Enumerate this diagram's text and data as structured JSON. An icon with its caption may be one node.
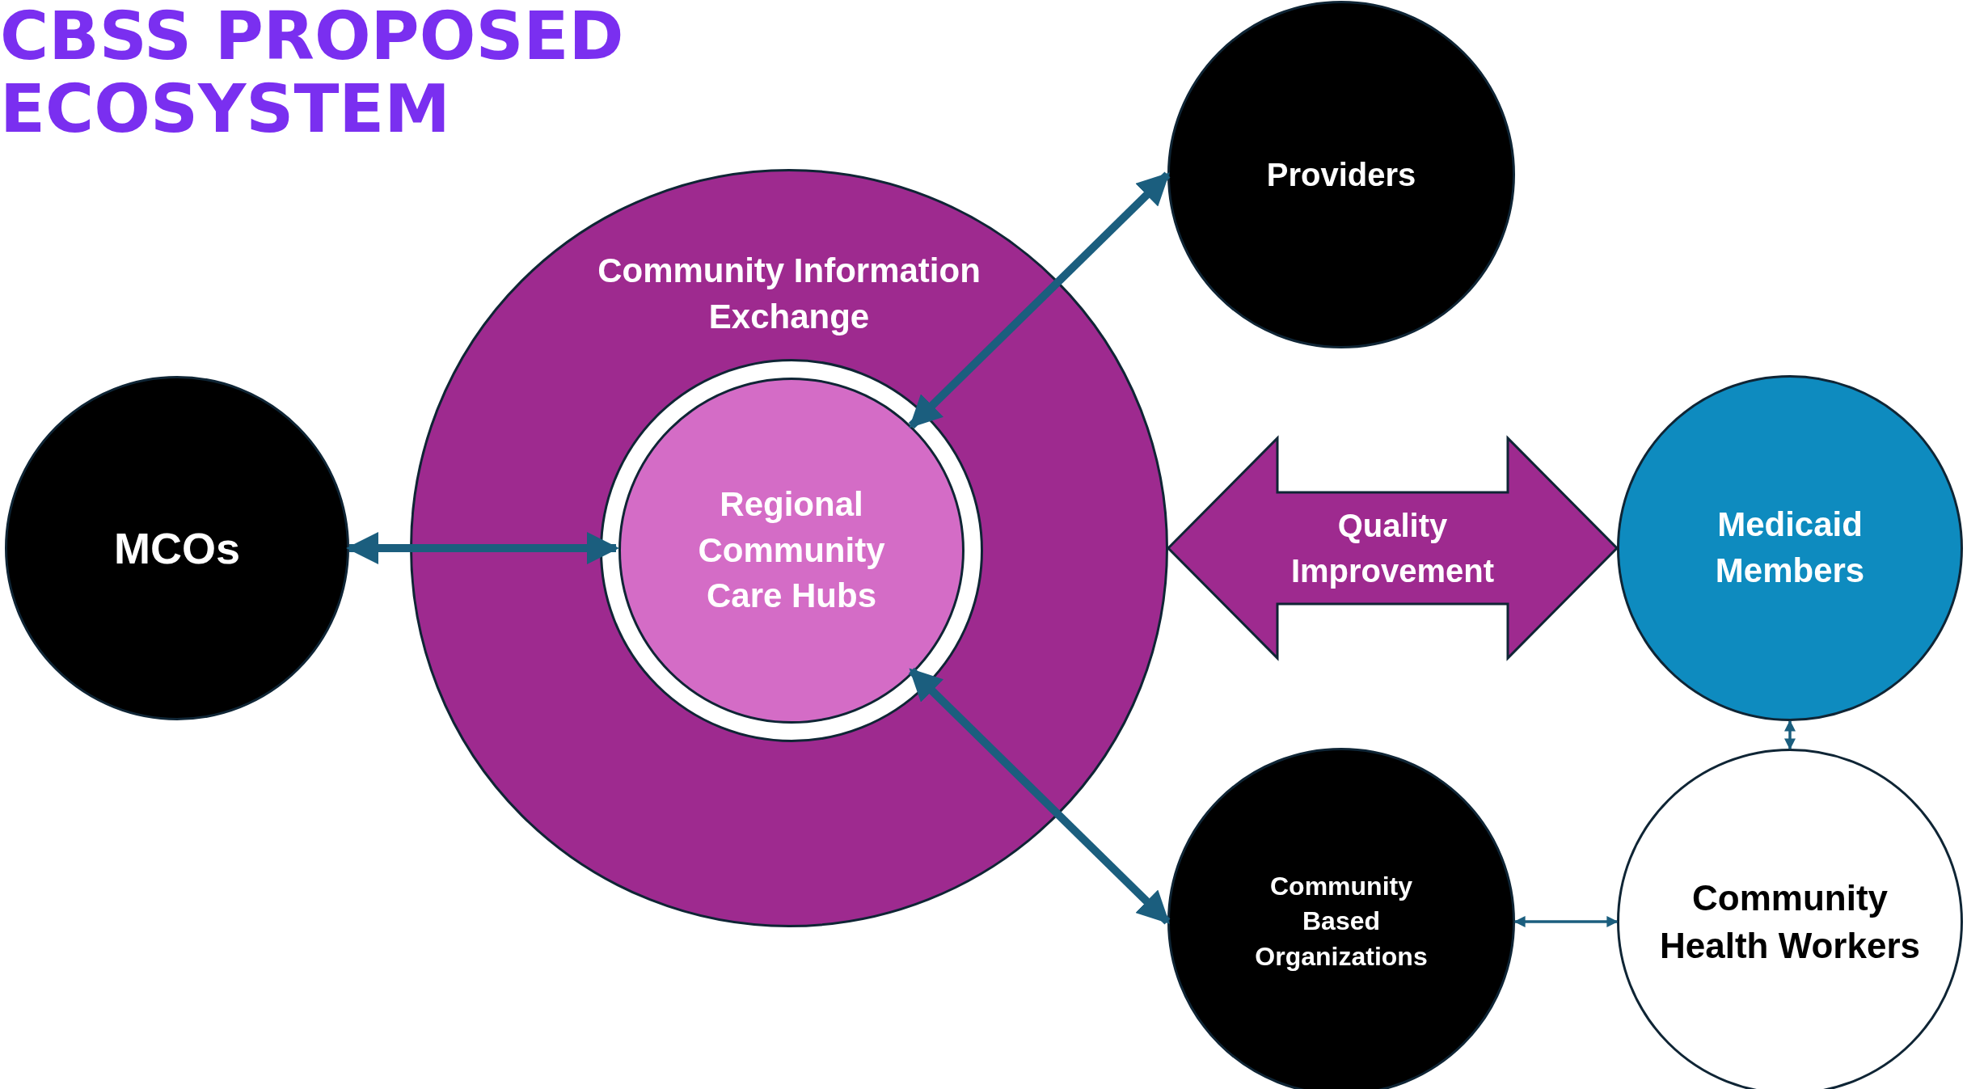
{
  "diagram": {
    "title": "CBSS PROPOSED ECOSYSTEM",
    "nodes": [
      {
        "text": [
          "Community Information Exchange"
        ]
      },
      {
        "text": [
          "Regional Community Care Hubs"
        ],
        "in": 0
      },
      {
        "text": [
          "MCOs"
        ]
      },
      {
        "text": [
          "Providers"
        ]
      },
      {
        "text": [
          "Medicaid Members"
        ]
      },
      {
        "text": [
          "Community Based Organizations"
        ]
      },
      {
        "text": [
          "Community Health Workers"
        ]
      }
    ],
    "edges": [
      {
        "from": 2,
        "to": 1,
        "arrow": "both"
      },
      {
        "from": 1,
        "to": 3,
        "arrow": "both"
      },
      {
        "from": 1,
        "to": 5,
        "arrow": "both"
      },
      {
        "from": 5,
        "to": 6,
        "arrow": "both"
      },
      {
        "from": 4,
        "to": 6,
        "arrow": "both"
      },
      {
        "from": 0,
        "to": 4,
        "arrow": "both",
        "label": "Quality Improvement",
        "style": "thick",
        "color": "#9e2a8f"
      }
    ]
  }
}
